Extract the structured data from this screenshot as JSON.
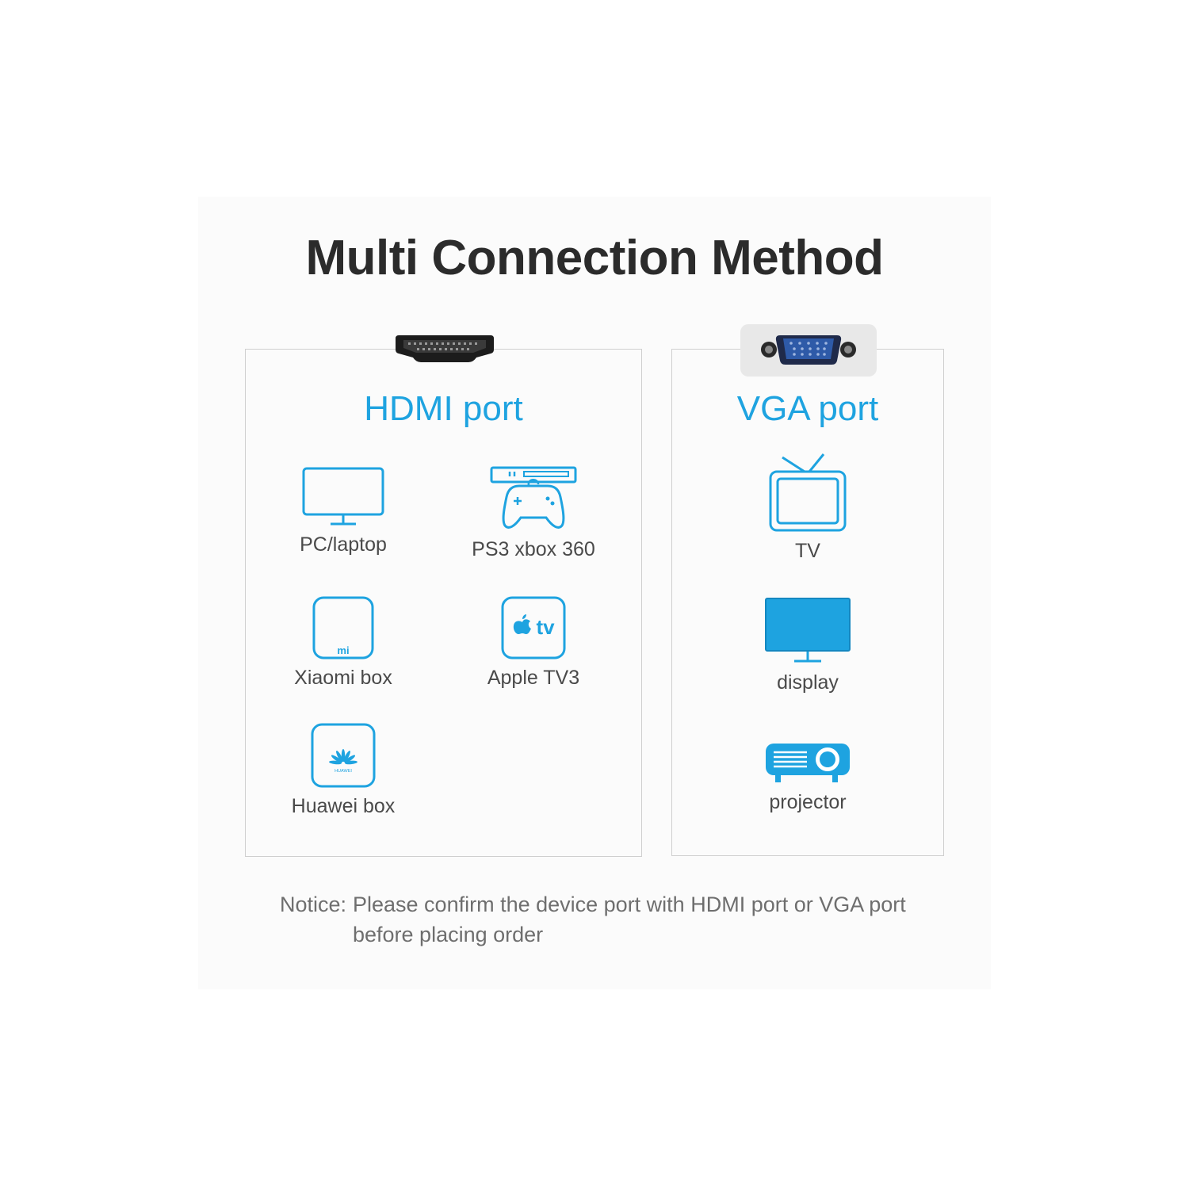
{
  "title": "Multi Connection Method",
  "accent_color": "#1ea3e0",
  "hdmi": {
    "title": "HDMI port",
    "connector_icon": "hdmi-connector-icon",
    "devices": [
      {
        "label": "PC/laptop",
        "icon": "monitor-icon"
      },
      {
        "label": "PS3 xbox 360",
        "icon": "game-console-icon"
      },
      {
        "label": "Xiaomi box",
        "icon": "xiaomi-box-icon",
        "badge": "mi"
      },
      {
        "label": "Apple TV3",
        "icon": "apple-tv-icon",
        "badge": "tv"
      },
      {
        "label": "Huawei box",
        "icon": "huawei-box-icon",
        "badge": "HUAWEI"
      }
    ]
  },
  "vga": {
    "title": "VGA port",
    "connector_icon": "vga-connector-icon",
    "devices": [
      {
        "label": "TV",
        "icon": "tv-icon"
      },
      {
        "label": "display",
        "icon": "display-icon"
      },
      {
        "label": "projector",
        "icon": "projector-icon"
      }
    ]
  },
  "notice": {
    "label": "Notice:",
    "text": "Please confirm the device port with HDMI port or VGA port before placing order"
  }
}
